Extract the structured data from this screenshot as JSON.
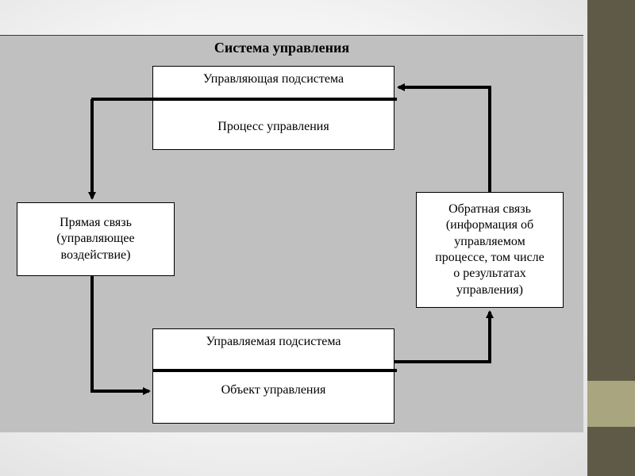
{
  "diagram": {
    "title": "Система управления",
    "control_subsystem": {
      "title": "Управляющая подсистема",
      "subtitle": "Процесс управления"
    },
    "controlled_subsystem": {
      "title": "Управляемая подсистема",
      "subtitle": "Объект управления"
    },
    "forward_link": {
      "lines": [
        "Прямая связь",
        "(управляющее",
        "воздействие)"
      ]
    },
    "feedback_link": {
      "lines": [
        "Обратная связь",
        "(информация об",
        "управляемом",
        "процессе, том числе",
        "о результатах",
        "управления)"
      ]
    }
  },
  "colors": {
    "panel": "#c0c0c0",
    "sidebar": "#5f5a47",
    "sidebar_accent": "#a8a57f",
    "arrow": "#000000"
  }
}
